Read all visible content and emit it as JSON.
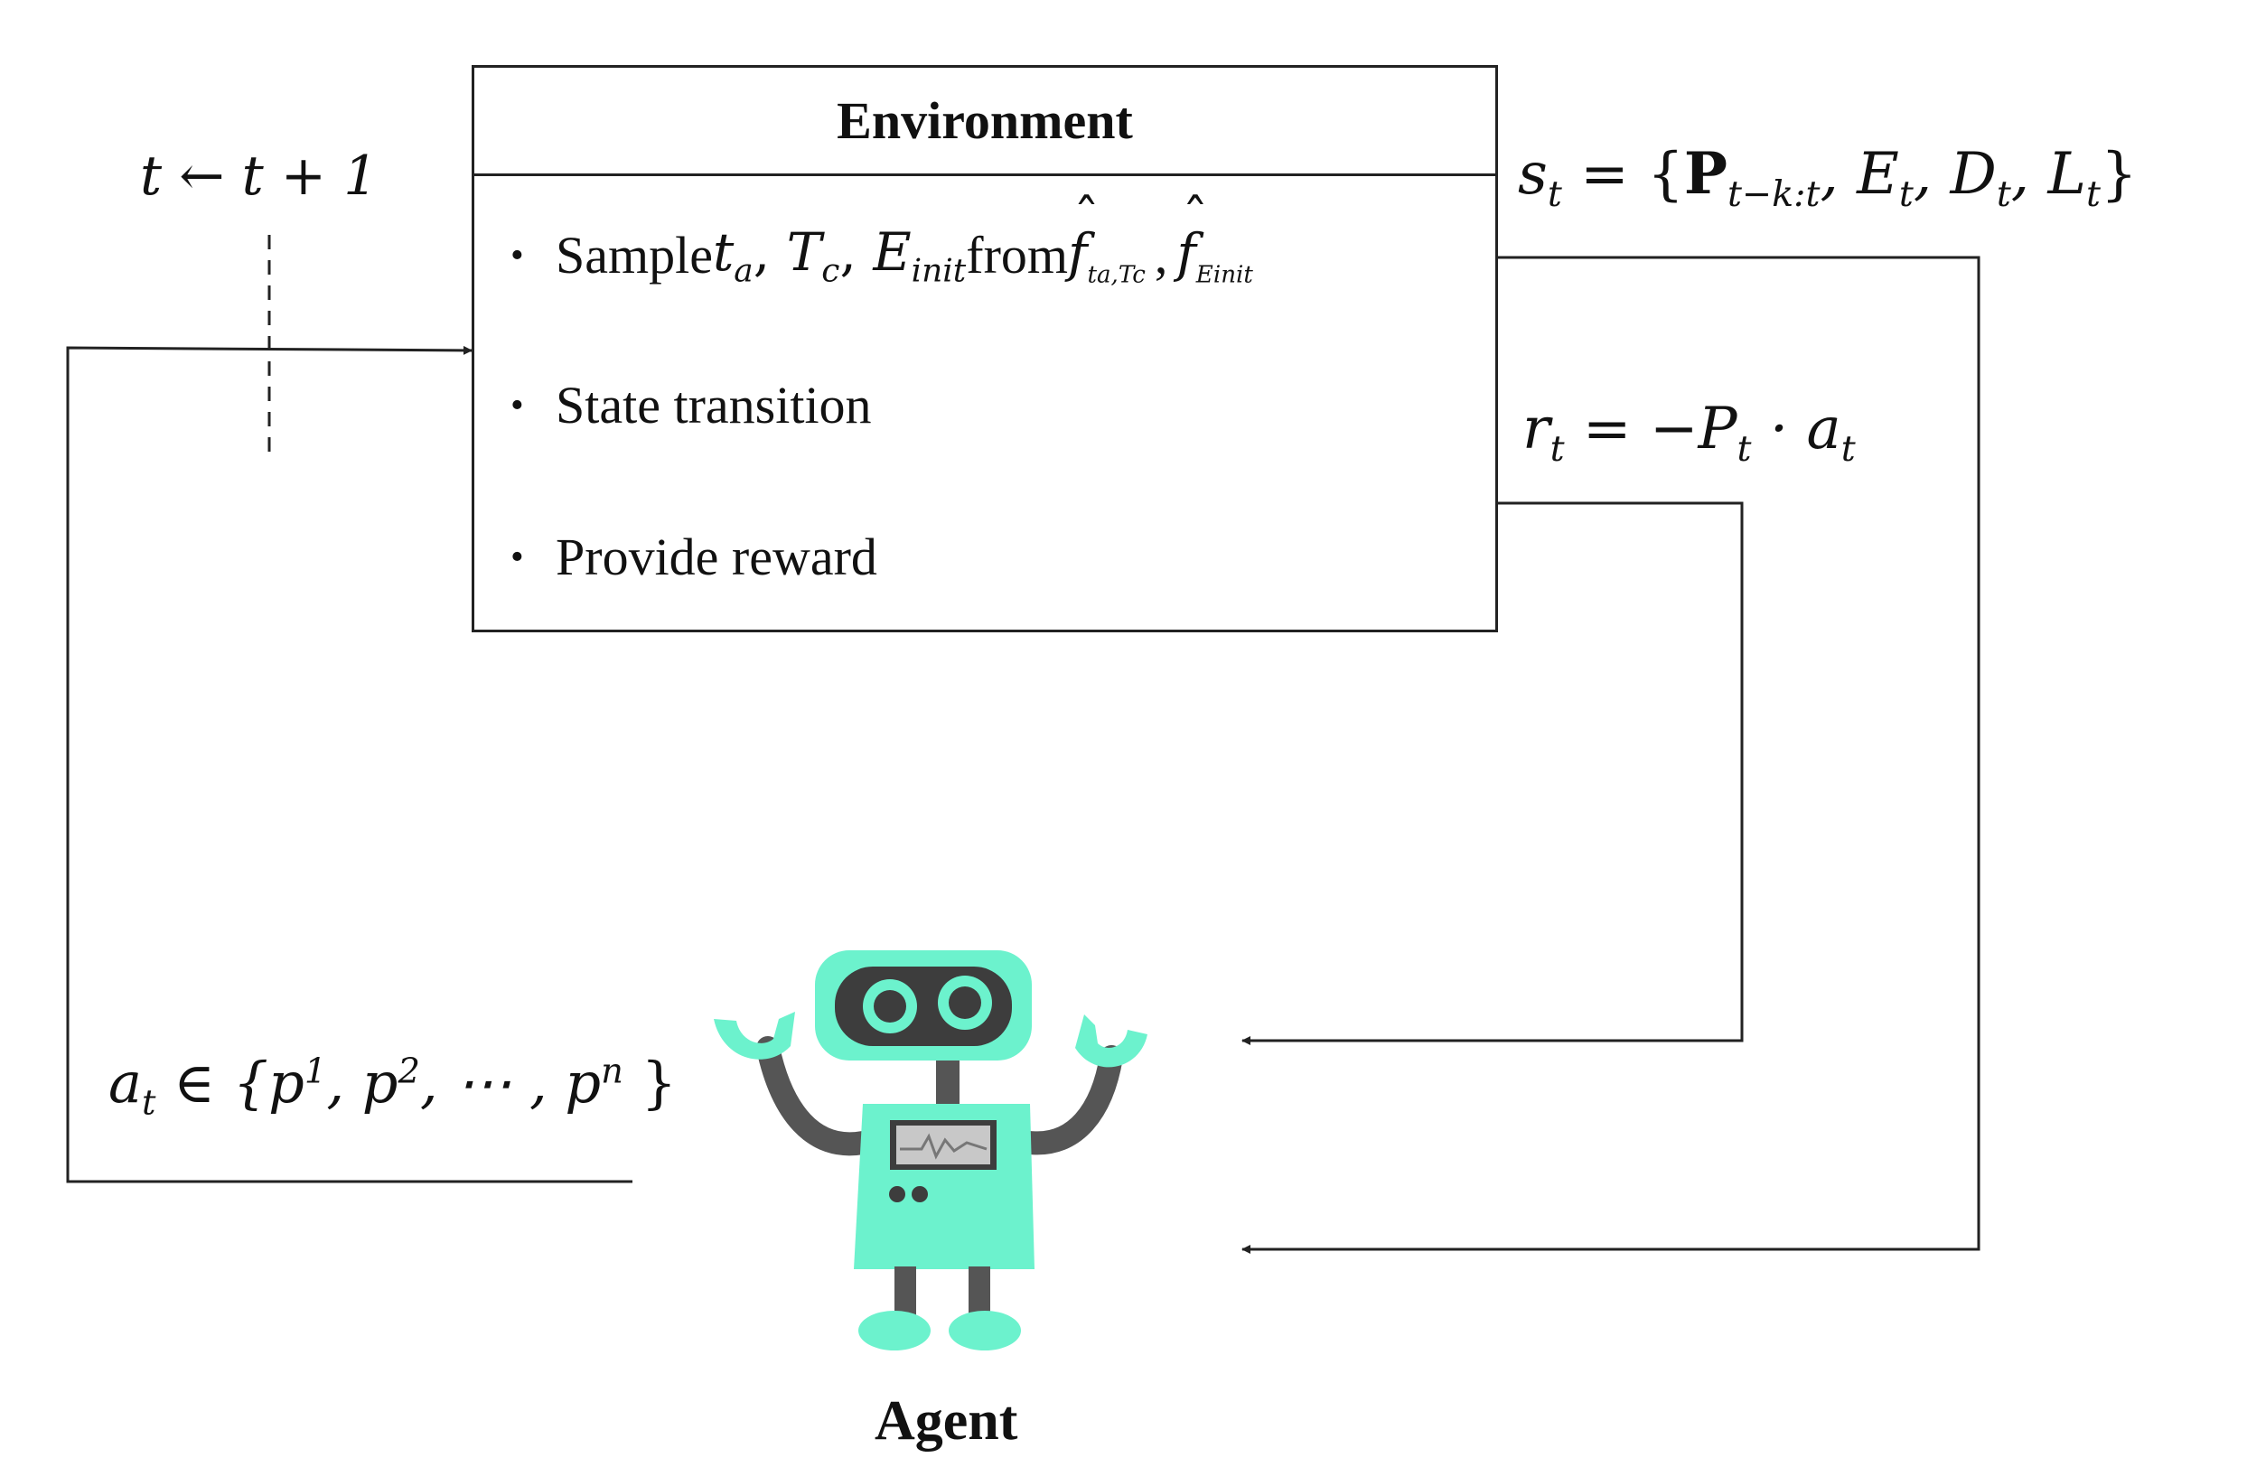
{
  "environment": {
    "title": "Environment",
    "bullets": [
      {
        "bullet": "•",
        "text_prefix": "Sample ",
        "vars": [
          "t",
          "a",
          "T",
          "c",
          "E",
          "init"
        ],
        "text_mid": " from ",
        "f_label": "f",
        "f_sub_1": "ta,Tc",
        "f_sub_2": "Einit"
      },
      {
        "bullet": "•",
        "text": "State transition"
      },
      {
        "bullet": "•",
        "text": "Provide reward"
      }
    ]
  },
  "time_update": {
    "lhs": "t",
    "arrow": "←",
    "rhs": "t + 1"
  },
  "state": {
    "s": "s",
    "s_sub": "t",
    "eq": " = {",
    "P": "P",
    "P_sub": "t−k:t",
    "rest_1": ", E",
    "E_sub": "t",
    "rest_2": ", D",
    "D_sub": "t",
    "rest_3": ", L",
    "L_sub": "t",
    "close": "}"
  },
  "reward": {
    "r": "r",
    "r_sub": "t",
    "eq": " = −P",
    "P_sub": "t",
    "dot": " · a",
    "a_sub": "t"
  },
  "action": {
    "a": "a",
    "a_sub": "t",
    "in": " ∈ {p",
    "p1_sup": "1",
    "p2": ", p",
    "p2_sup": "2",
    "dots": ", ⋯ , p",
    "pn_sup": "n",
    "close": " }"
  },
  "agent": {
    "label": "Agent",
    "icon": "robot-icon",
    "colors": {
      "body": "#6cf2cd",
      "gray": "#555555",
      "face": "#3d3d3d",
      "screen": "#c8c8c8"
    }
  }
}
